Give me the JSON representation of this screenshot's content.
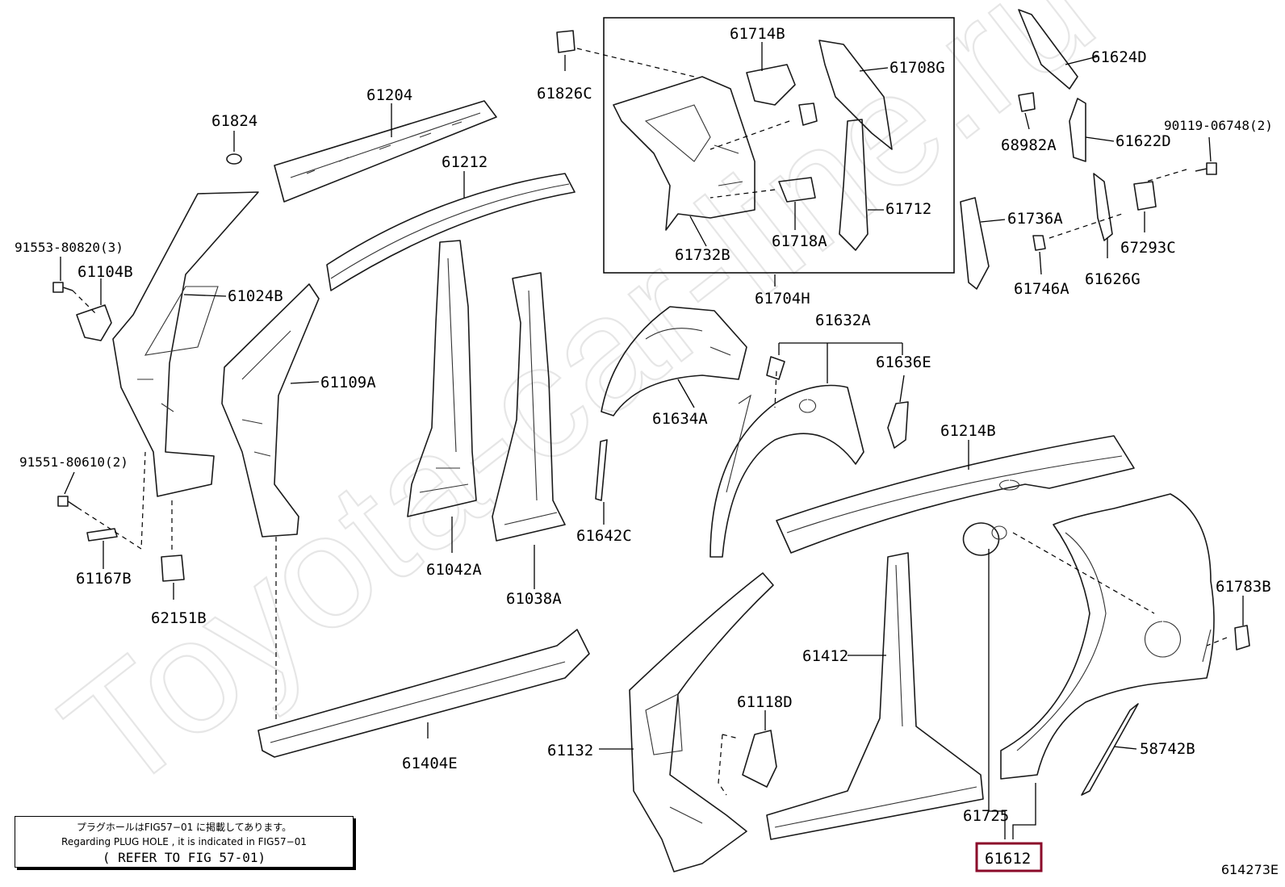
{
  "watermark": "Toyota-car-line.ru",
  "highlight_color": "#8b0a2a",
  "diagram_number": "614273E",
  "note": {
    "line1": "プラグホールはFIG57−01 に掲載してあります。",
    "line2": "Regarding  PLUG HOLE , it is indicated in FIG57−01",
    "line3": "( REFER TO FIG 57-01)"
  },
  "parts": [
    {
      "id": "p61824",
      "label": "61824"
    },
    {
      "id": "p61204",
      "label": "61204"
    },
    {
      "id": "p61212",
      "label": "61212"
    },
    {
      "id": "p61826c",
      "label": "61826C"
    },
    {
      "id": "p61714b",
      "label": "61714B"
    },
    {
      "id": "p61708g",
      "label": "61708G"
    },
    {
      "id": "p61712",
      "label": "61712"
    },
    {
      "id": "p61732b",
      "label": "61732B"
    },
    {
      "id": "p61718a",
      "label": "61718A"
    },
    {
      "id": "p61704h",
      "label": "61704H"
    },
    {
      "id": "p61624d",
      "label": "61624D"
    },
    {
      "id": "p68982a",
      "label": "68982A"
    },
    {
      "id": "p61622d",
      "label": "61622D"
    },
    {
      "id": "p90119",
      "label": "90119-06748(2)"
    },
    {
      "id": "p61736a",
      "label": "61736A"
    },
    {
      "id": "p61746a",
      "label": "61746A"
    },
    {
      "id": "p61626g",
      "label": "61626G"
    },
    {
      "id": "p67293c",
      "label": "67293C"
    },
    {
      "id": "p91553",
      "label": "91553-80820(3)"
    },
    {
      "id": "p61104b",
      "label": "61104B"
    },
    {
      "id": "p61024b",
      "label": "61024B"
    },
    {
      "id": "p61109a",
      "label": "61109A"
    },
    {
      "id": "p61632a",
      "label": "61632A"
    },
    {
      "id": "p61636e",
      "label": "61636E"
    },
    {
      "id": "p61634a",
      "label": "61634A"
    },
    {
      "id": "p61214b",
      "label": "61214B"
    },
    {
      "id": "p91551",
      "label": "91551-80610(2)"
    },
    {
      "id": "p61167b",
      "label": "61167B"
    },
    {
      "id": "p62151b",
      "label": "62151B"
    },
    {
      "id": "p61042a",
      "label": "61042A"
    },
    {
      "id": "p61038a",
      "label": "61038A"
    },
    {
      "id": "p61642c",
      "label": "61642C"
    },
    {
      "id": "p61783b",
      "label": "61783B"
    },
    {
      "id": "p61412",
      "label": "61412"
    },
    {
      "id": "p61118d",
      "label": "61118D"
    },
    {
      "id": "p61132",
      "label": "61132"
    },
    {
      "id": "p61404e",
      "label": "61404E"
    },
    {
      "id": "p58742b",
      "label": "58742B"
    },
    {
      "id": "p61725",
      "label": "61725"
    },
    {
      "id": "p61612",
      "label": "61612",
      "highlighted": true
    }
  ]
}
